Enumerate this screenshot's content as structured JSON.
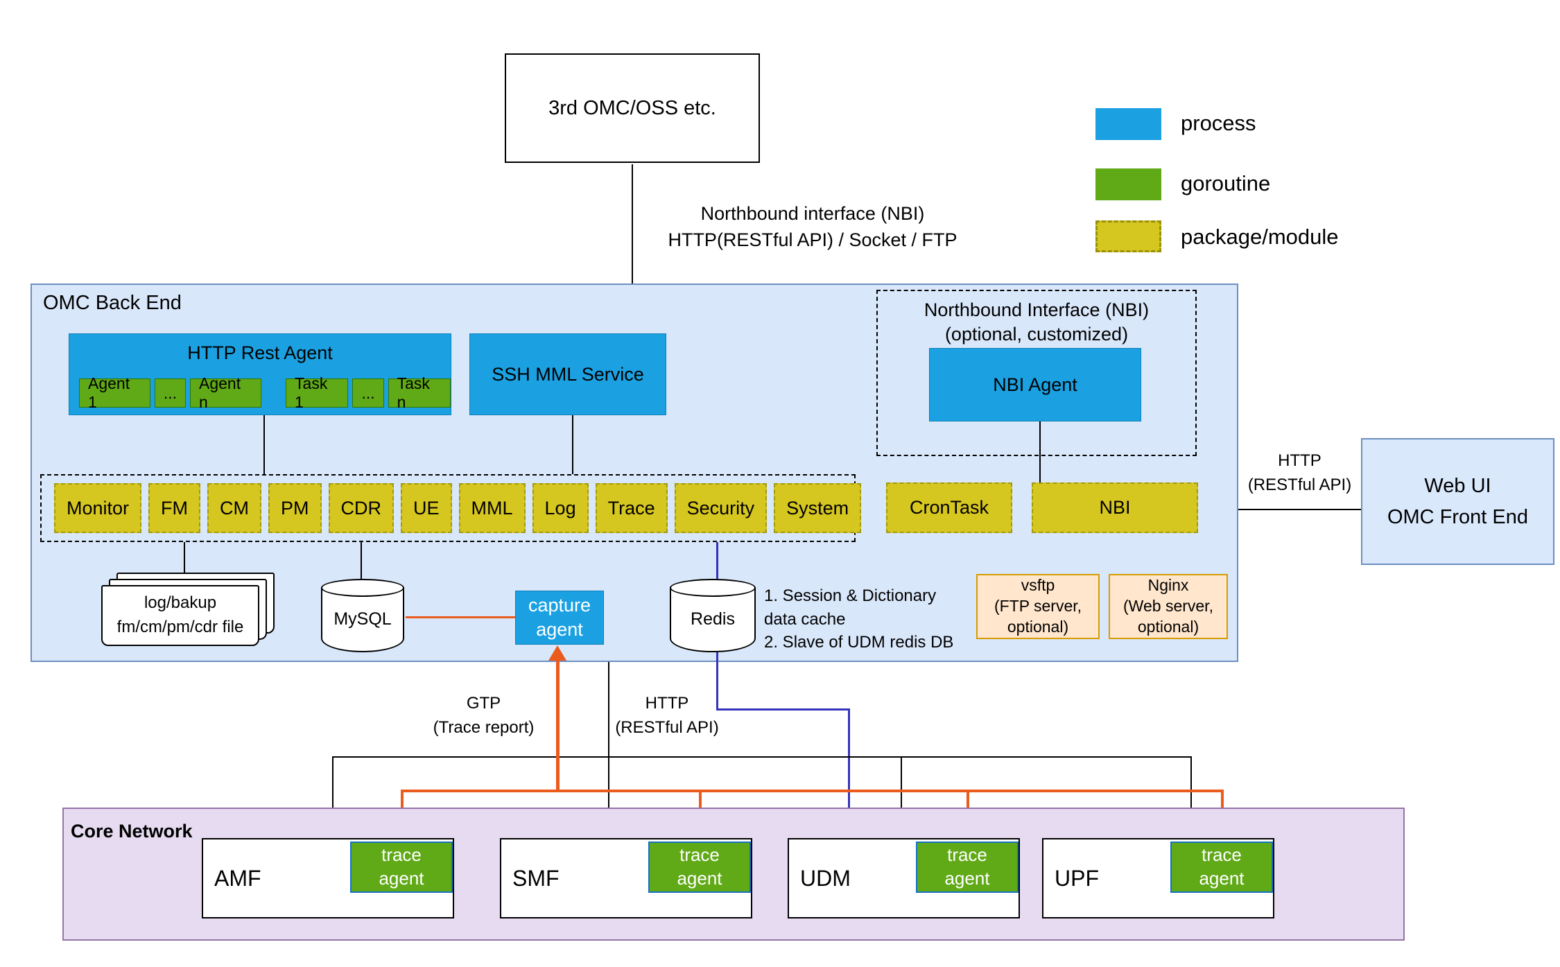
{
  "colors": {
    "process": "#1ba1e2",
    "goroutine": "#60a917",
    "package_module": "#d6c620",
    "orange_connector": "#eb5b1e",
    "blue_connector": "#3533b8",
    "backend_fill": "#d9e7fa",
    "core_fill": "#e7dbf1",
    "optional_fill": "#ffe6cc"
  },
  "top": {
    "external_system": "3rd OMC/OSS etc.",
    "nbi_label_line1": "Northbound interface (NBI)",
    "nbi_label_line2": "HTTP(RESTful API) / Socket / FTP"
  },
  "legend": {
    "items": [
      {
        "label": "process"
      },
      {
        "label": "goroutine"
      },
      {
        "label": "package/module"
      }
    ]
  },
  "backend": {
    "title": "OMC Back End",
    "http_rest_agent": {
      "title": "HTTP Rest Agent",
      "agents": [
        "Agent 1",
        "...",
        "Agent n"
      ],
      "tasks": [
        "Task 1",
        "...",
        "Task n"
      ]
    },
    "ssh_mml_service": "SSH MML Service",
    "nbi_section": {
      "title_line1": "Northbound Interface (NBI)",
      "title_line2": "(optional, customized)",
      "agent": "NBI Agent"
    },
    "modules": [
      "Monitor",
      "FM",
      "CM",
      "PM",
      "CDR",
      "UE",
      "MML",
      "Log",
      "Trace",
      "Security",
      "System"
    ],
    "crontask": "CronTask",
    "nbi_module": "NBI",
    "files": {
      "line1": "log/bakup",
      "line2": "fm/cm/pm/cdr file"
    },
    "mysql": "MySQL",
    "capture_agent": {
      "line1": "capture",
      "line2": "agent"
    },
    "redis": "Redis",
    "redis_note": {
      "item1": "1. Session & Dictionary data cache",
      "item2": "2. Slave of UDM redis DB"
    },
    "vsftp": {
      "line1": "vsftp",
      "line2": "(FTP server,",
      "line3": "optional)"
    },
    "nginx": {
      "line1": "Nginx",
      "line2": "(Web server,",
      "line3": "optional)"
    }
  },
  "webui": {
    "line1": "Web UI",
    "line2": "OMC Front End",
    "link_label_line1": "HTTP",
    "link_label_line2": "(RESTful API)"
  },
  "connector_labels": {
    "gtp_line1": "GTP",
    "gtp_line2": "(Trace report)",
    "http_line1": "HTTP",
    "http_line2": "(RESTful API)"
  },
  "core_network": {
    "title": "Core Network",
    "elements": [
      {
        "name": "AMF",
        "agent_line1": "trace",
        "agent_line2": "agent"
      },
      {
        "name": "SMF",
        "agent_line1": "trace",
        "agent_line2": "agent"
      },
      {
        "name": "UDM",
        "agent_line1": "trace",
        "agent_line2": "agent"
      },
      {
        "name": "UPF",
        "agent_line1": "trace",
        "agent_line2": "agent"
      }
    ]
  }
}
